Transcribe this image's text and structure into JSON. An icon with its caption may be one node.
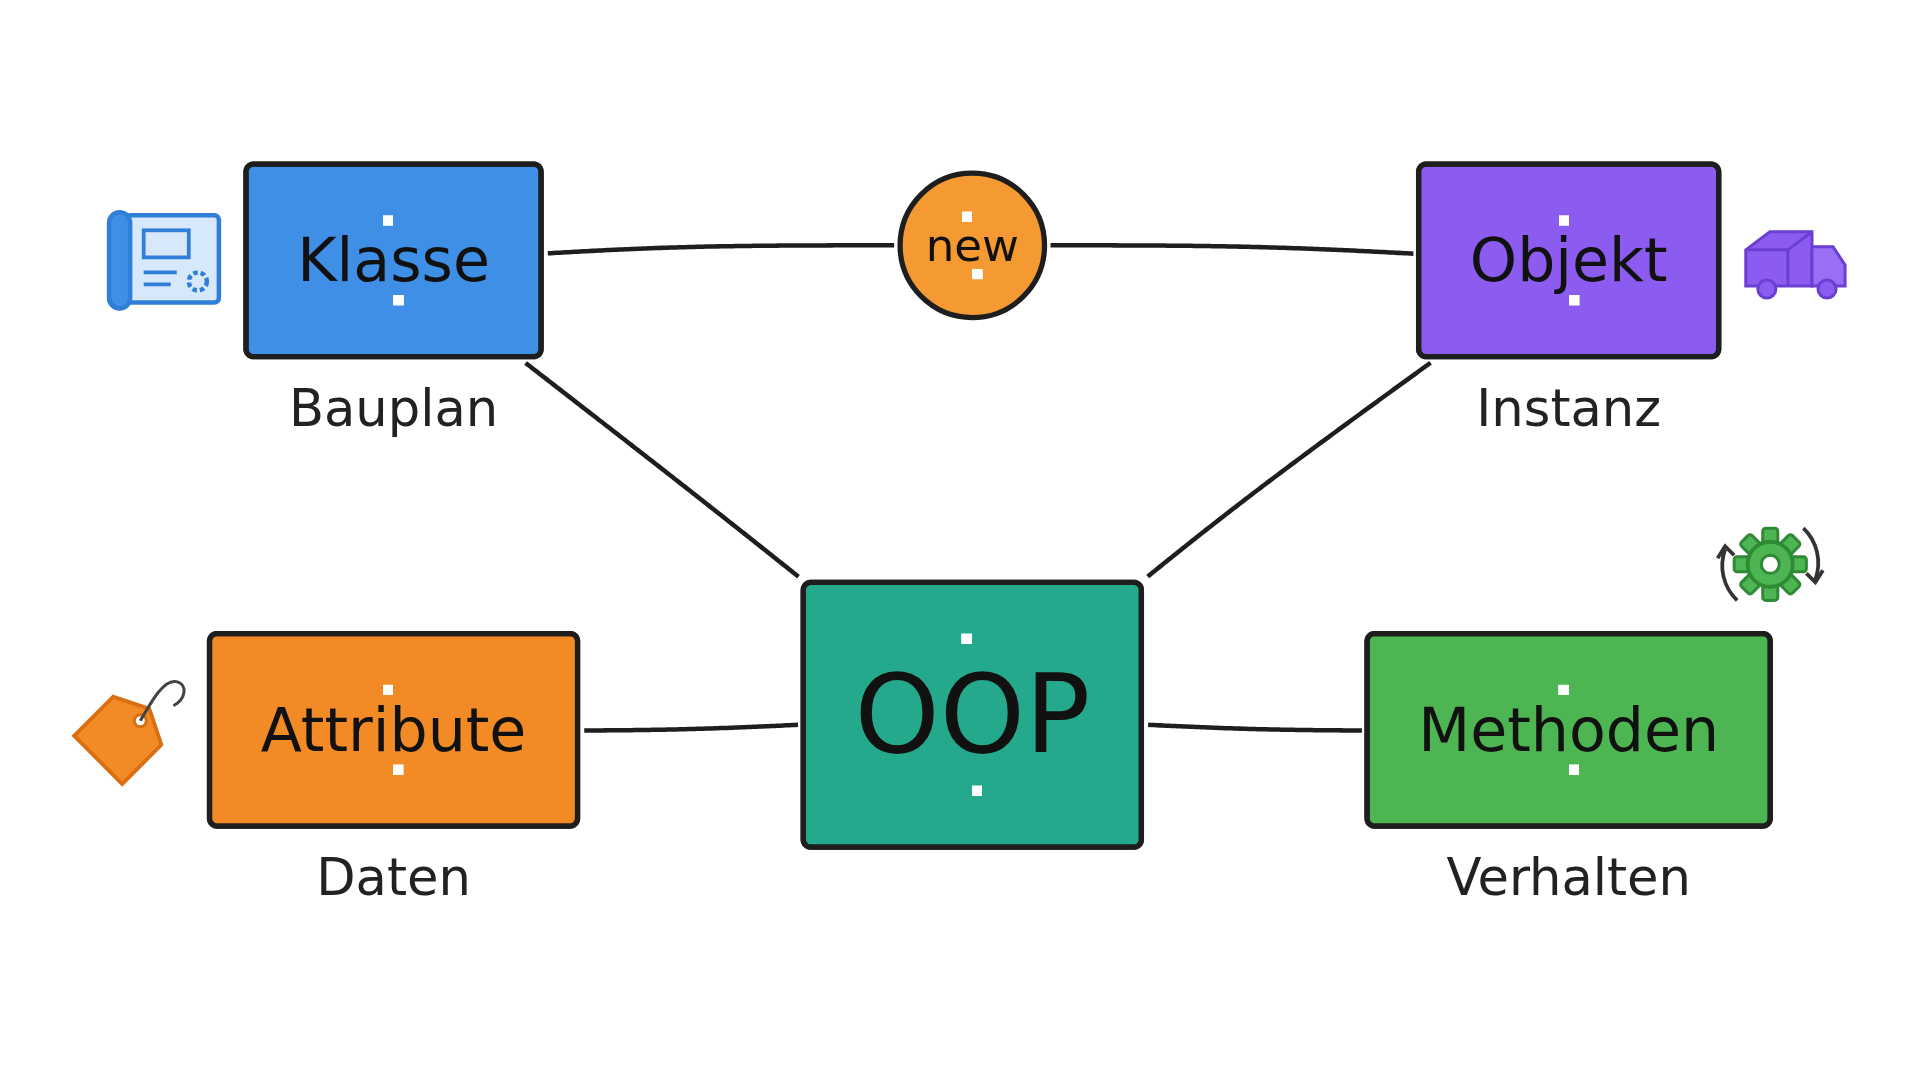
{
  "diagram": {
    "nodes": [
      {
        "text": [
          "Klasse"
        ],
        "beside": [
          "Bauplan"
        ]
      },
      {
        "text": [
          "new"
        ]
      },
      {
        "text": [
          "Objekt"
        ],
        "beside": [
          "Instanz"
        ]
      },
      {
        "text": [
          "OOP"
        ]
      },
      {
        "text": [
          "Attribute"
        ],
        "beside": [
          "Daten"
        ]
      },
      {
        "text": [
          "Methoden"
        ],
        "beside": [
          "Verhalten"
        ]
      }
    ],
    "edges": [
      {
        "from": 0,
        "to": 1,
        "arrow": "none"
      },
      {
        "from": 1,
        "to": 2,
        "arrow": "none"
      },
      {
        "from": 0,
        "to": 3,
        "arrow": "none"
      },
      {
        "from": 3,
        "to": 2,
        "arrow": "none"
      },
      {
        "from": 4,
        "to": 3,
        "arrow": "none"
      },
      {
        "from": 3,
        "to": 5,
        "arrow": "none"
      }
    ]
  }
}
